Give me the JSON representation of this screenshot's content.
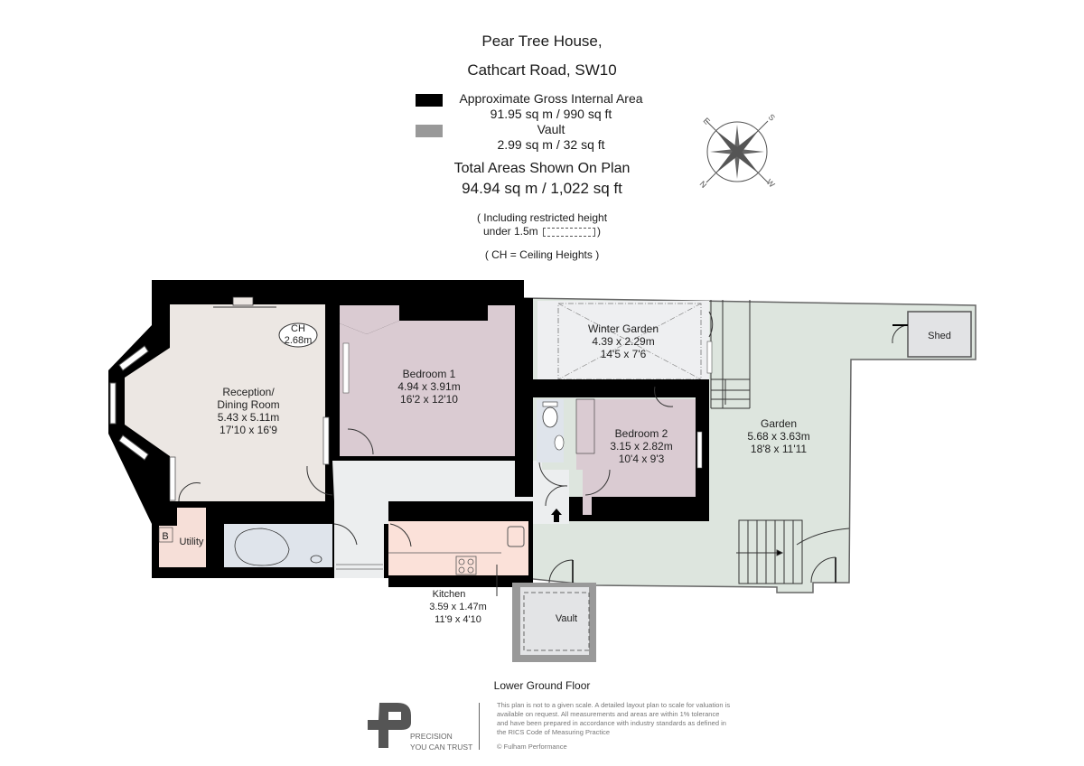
{
  "header": {
    "title_line1": "Pear Tree House,",
    "title_line2": "Cathcart Road, SW10"
  },
  "legend": [
    {
      "label": "Approximate Gross Internal Area",
      "value": "91.95 sq m  /  990 sq ft",
      "color": "#000000"
    },
    {
      "label": "Vault",
      "value": "2.99 sq m  /  32 sq ft",
      "color": "#999999"
    }
  ],
  "totals": {
    "label": "Total Areas Shown On Plan",
    "value": "94.94 sq m  /  1,022 sq ft"
  },
  "notes": {
    "restricted_line1": "( Including restricted height",
    "restricted_line2": "under 1.5m",
    "restricted_close": ")",
    "ceiling_key": "( CH = Ceiling Heights )"
  },
  "compass": {
    "labels": [
      "E",
      "S",
      "N",
      "W"
    ]
  },
  "ceiling_height": {
    "label": "CH",
    "value": "2.68m"
  },
  "rooms": {
    "reception": {
      "name_line1": "Reception/",
      "name_line2": "Dining Room",
      "metric": "5.43 x 5.11m",
      "imperial": "17'10 x 16'9",
      "color": "#ece7e3"
    },
    "bedroom1": {
      "name": "Bedroom 1",
      "metric": "4.94 x 3.91m",
      "imperial": "16'2 x 12'10",
      "color": "#dacbd2"
    },
    "winter_garden": {
      "name": "Winter Garden",
      "metric": "4.39 x 2.29m",
      "imperial": "14'5 x 7'6",
      "color": "#eeeff1"
    },
    "bedroom2": {
      "name": "Bedroom 2",
      "metric": "3.15 x 2.82m",
      "imperial": "10'4 x 9'3",
      "color": "#dacbd2"
    },
    "garden": {
      "name": "Garden",
      "metric": "5.68 x 3.63m",
      "imperial": "18'8 x 11'11",
      "color": "#dde5de"
    },
    "shed": {
      "name": "Shed",
      "color": "#e2e3e5"
    },
    "utility": {
      "name": "Utility",
      "boiler": "B",
      "color": "#f6dfd8"
    },
    "kitchen": {
      "name": "Kitchen",
      "metric": "3.59 x 1.47m",
      "imperial": "11'9 x 4'10",
      "color": "#fbe1d9"
    },
    "vault": {
      "name": "Vault",
      "color": "#e3e4e6"
    },
    "bathroom": {
      "color": "#dfe4eb"
    },
    "hallway": {
      "color": "#eceeef"
    }
  },
  "floor": {
    "label": "Lower Ground Floor"
  },
  "footer": {
    "brand_line1": "PRECISION",
    "brand_line2": "YOU CAN TRUST",
    "disclaimer": "This plan is not to a given scale. A detailed layout plan to scale for valuation is available on request. All measurements and areas are within 1% tolerance and have been prepared in accordance with industry standards as defined in the RICS Code of Measuring Practice",
    "copyright": "© Fulham Performance"
  }
}
